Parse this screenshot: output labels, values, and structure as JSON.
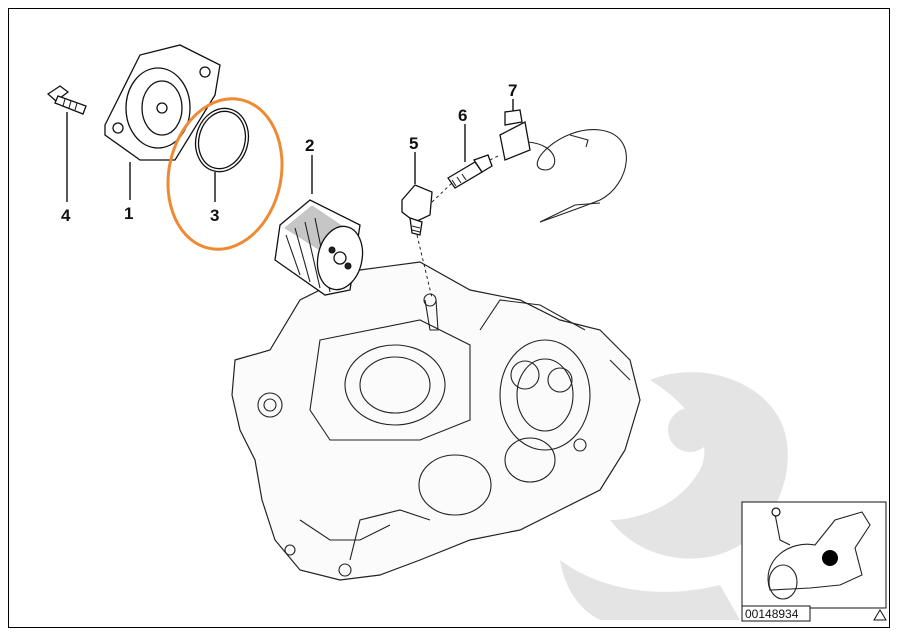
{
  "callouts": [
    {
      "id": "1",
      "label": "1"
    },
    {
      "id": "2",
      "label": "2"
    },
    {
      "id": "3",
      "label": "3"
    },
    {
      "id": "4",
      "label": "4"
    },
    {
      "id": "5",
      "label": "5"
    },
    {
      "id": "6",
      "label": "6"
    },
    {
      "id": "7",
      "label": "7"
    }
  ],
  "highlight": {
    "part": "3",
    "color": "#ee8a33"
  },
  "inset": {
    "reference_number": "00148934"
  },
  "colors": {
    "line": "#111111",
    "watermark": "#e4e4e4",
    "highlight": "#ee8a33"
  }
}
